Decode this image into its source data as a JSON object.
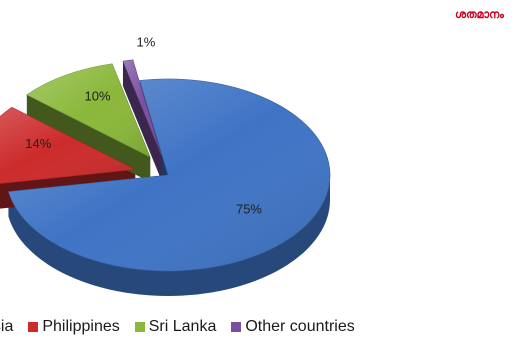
{
  "corner_note": "ശതമാനം",
  "chart_data": {
    "type": "pie",
    "style": "3d-exploded",
    "title": "",
    "legend_position": "bottom",
    "slices": [
      {
        "label": "Indonesia",
        "legend_text": "esia",
        "value": 75,
        "value_label": "75%",
        "color": "#3f74c5",
        "exploded": false
      },
      {
        "label": "Philippines",
        "legend_text": "Philippines",
        "value": 14,
        "value_label": "14%",
        "color": "#cc2b2b",
        "exploded": true
      },
      {
        "label": "Sri Lanka",
        "legend_text": "Sri Lanka",
        "value": 10,
        "value_label": "10%",
        "color": "#8ab83a",
        "exploded": true
      },
      {
        "label": "Other countries",
        "legend_text": "Other countries",
        "value": 1,
        "value_label": "1%",
        "color": "#7a4fa3",
        "exploded": true
      }
    ]
  }
}
